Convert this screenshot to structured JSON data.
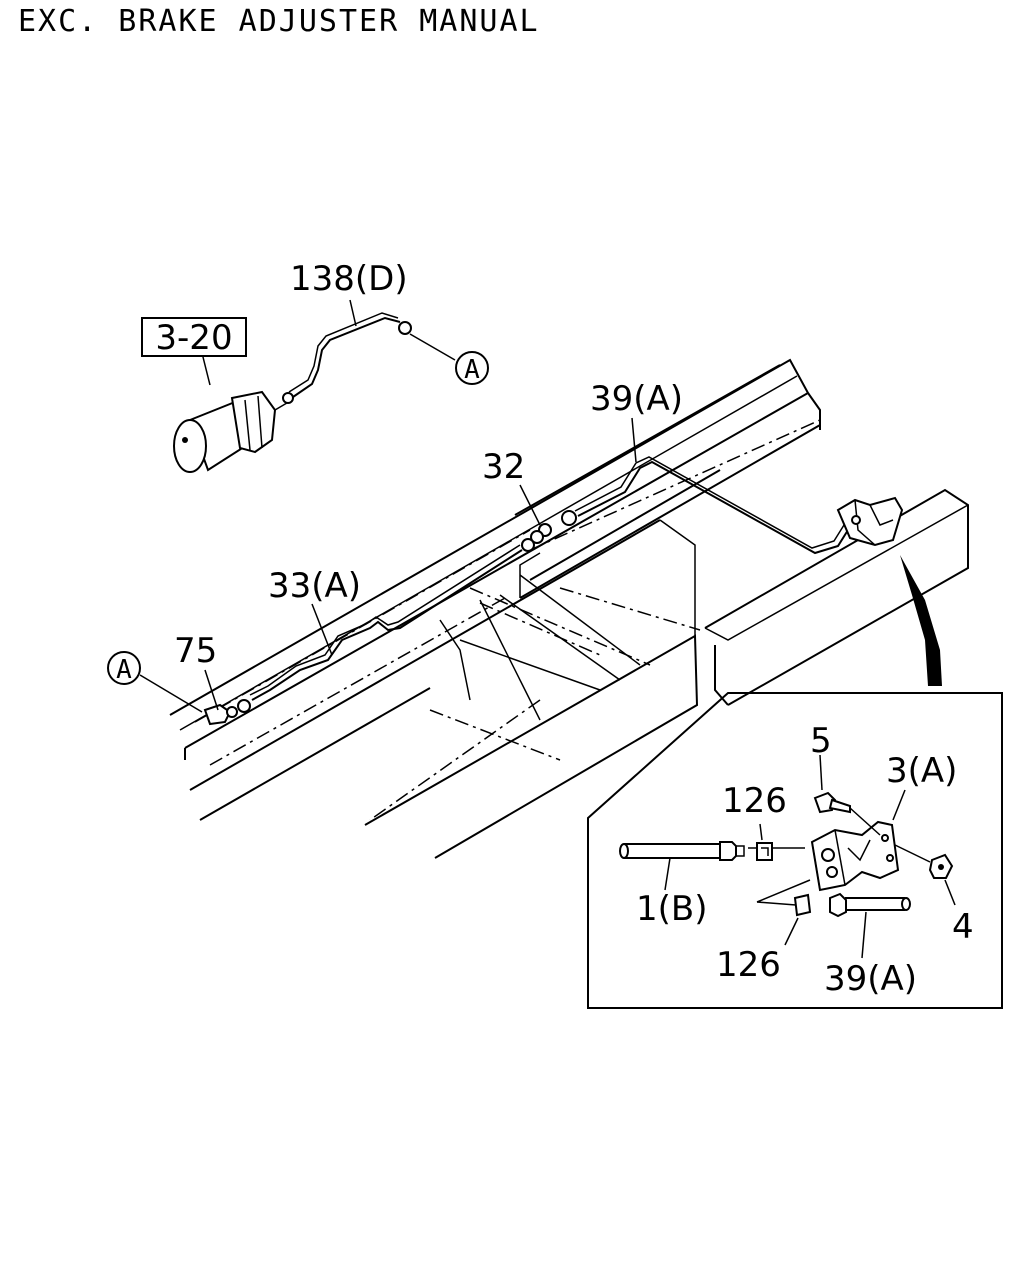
{
  "title": "EXC. BRAKE ADJUSTER MANUAL",
  "ref_box": "3-20",
  "labels": {
    "l138d": "138(D)",
    "l39a_top": "39(A)",
    "l32": "32",
    "l33a": "33(A)",
    "l75": "75",
    "l5": "5",
    "l3a": "3(A)",
    "l126_top": "126",
    "l1b": "1(B)",
    "l4": "4",
    "l126_bot": "126",
    "l39a_bot": "39(A)"
  },
  "callouts": {
    "a_right": "A",
    "a_left": "A"
  }
}
